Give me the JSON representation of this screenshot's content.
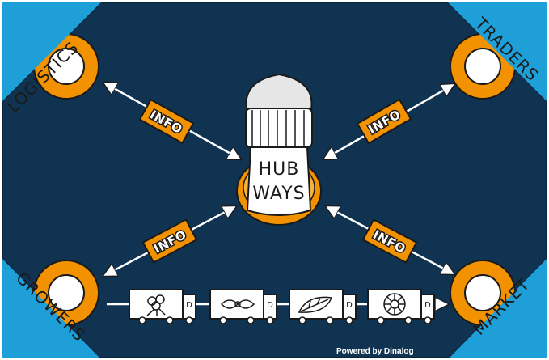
{
  "corners": {
    "top_left": "LOGISTICS",
    "top_right": "TRADERS",
    "bottom_left": "GROWERS",
    "bottom_right": "MARKET"
  },
  "hub": {
    "line1": "HUB",
    "line2": "WAYS"
  },
  "info_labels": [
    "INFO",
    "INFO",
    "INFO",
    "INFO"
  ],
  "footer": "Powered by Dinalog",
  "trucks": [
    {
      "cargo_icon": "bouquet-icon"
    },
    {
      "cargo_icon": "flower-icon"
    },
    {
      "cargo_icon": "leaf-icon"
    },
    {
      "cargo_icon": "daisy-icon"
    }
  ],
  "colors": {
    "background": "#0f3350",
    "corner": "#1e9fd8",
    "accent": "#f39200",
    "line": "#ffffff"
  }
}
